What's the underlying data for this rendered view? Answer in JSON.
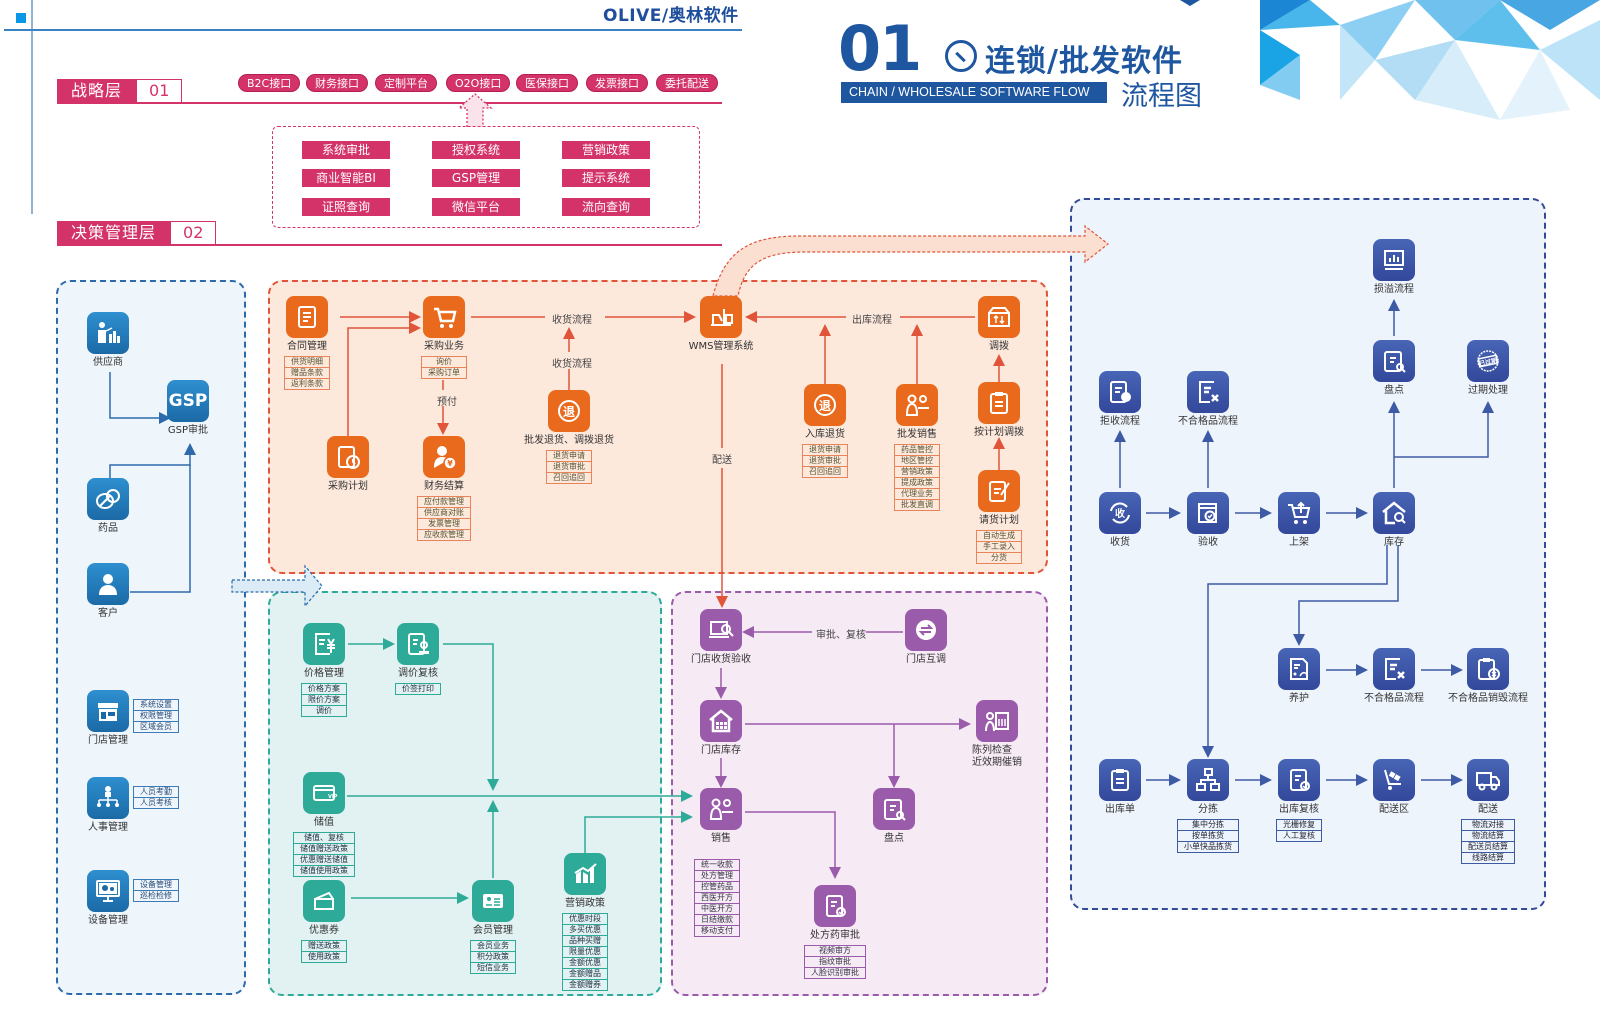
{
  "header": {
    "brand": "OLIVE/奥林软件",
    "number": "01",
    "title": "连锁/批发软件",
    "subtitle_en": "CHAIN / WHOLESALE SOFTWARE FLOW CHART",
    "subtitle_cn": "流程图"
  },
  "colors": {
    "strategy": "#d4336a",
    "header_blue": "#1e56a0",
    "basic": "#1b6aa6",
    "purchase": "#e96a1c",
    "retail_ops": "#2eab98",
    "store": "#9a5bab",
    "warehouse": "#3d5aa5"
  },
  "strategy_layer": {
    "label": "战略层",
    "number": "01",
    "interfaces": [
      "B2C接口",
      "财务接口",
      "定制平台",
      "O2O接口",
      "医保接口",
      "发票接口",
      "委托配送"
    ],
    "modules": [
      "系统审批",
      "授权系统",
      "营销政策",
      "商业智能BI",
      "GSP管理",
      "提示系统",
      "证照查询",
      "微信平台",
      "流向查询"
    ]
  },
  "decision_layer": {
    "label": "决策管理层",
    "number": "02"
  },
  "basic_panel": {
    "nodes": [
      {
        "label": "供应商",
        "icon": "supplier-icon"
      },
      {
        "label": "GSP审批",
        "icon": "gsp-icon",
        "glyph": "GSP"
      },
      {
        "label": "药品",
        "icon": "pill-icon"
      },
      {
        "label": "客户",
        "icon": "customer-icon"
      },
      {
        "label": "门店管理",
        "icon": "store-icon",
        "items": [
          "系统设置",
          "权限管理",
          "区域会员"
        ]
      },
      {
        "label": "人事管理",
        "icon": "org-chart-icon",
        "items": [
          "人员考勤",
          "人员考核"
        ]
      },
      {
        "label": "设备管理",
        "icon": "monitor-gear-icon",
        "items": [
          "设备管理",
          "巡检检修"
        ]
      }
    ]
  },
  "purchase_panel": {
    "nodes": [
      {
        "label": "合同管理",
        "icon": "contract-icon",
        "items": [
          "供货明细",
          "赠品条款",
          "返利条款"
        ]
      },
      {
        "label": "采购业务",
        "icon": "cart-icon",
        "items": [
          "询价",
          "采购订单"
        ]
      },
      {
        "label": "采购计划",
        "icon": "plan-clock-icon"
      },
      {
        "label": "财务结算",
        "icon": "finance-icon",
        "items": [
          "应付款管理",
          "供应商对账",
          "发票管理",
          "应收款管理"
        ]
      },
      {
        "label": "批发退货、调拨退货",
        "icon": "return-icon",
        "items": [
          "退货申请",
          "退货审批",
          "召回追回"
        ]
      },
      {
        "label": "WMS管理系统",
        "icon": "forklift-icon"
      },
      {
        "label": "入库退货",
        "icon": "return-icon",
        "items": [
          "退货申请",
          "退货审批",
          "召回追回"
        ]
      },
      {
        "label": "批发销售",
        "icon": "sales-icon",
        "items": [
          "药品管控",
          "地区管控",
          "营销政策",
          "提成政策",
          "代理业务",
          "批发直调"
        ]
      },
      {
        "label": "调拨",
        "icon": "transfer-box-icon"
      },
      {
        "label": "按计划调拨",
        "icon": "clipboard-transfer-icon"
      },
      {
        "label": "请货计划",
        "icon": "request-plan-icon",
        "items": [
          "自动生成",
          "手工录入",
          "分货"
        ]
      }
    ],
    "flow_labels": {
      "receive": "收货流程",
      "receive2": "收货流程",
      "outbound": "出库流程",
      "prepay": "预付",
      "delivery": "配送"
    }
  },
  "retail_panel": {
    "nodes": [
      {
        "label": "价格管理",
        "icon": "price-icon",
        "items": [
          "价格方案",
          "限价方案",
          "调价"
        ]
      },
      {
        "label": "调价复核",
        "icon": "price-review-icon",
        "items": [
          "价签打印"
        ]
      },
      {
        "label": "储值",
        "icon": "vip-card-icon",
        "items": [
          "储值、复核",
          "储值赠送政策",
          "优惠赠送储值",
          "储值使用政策"
        ]
      },
      {
        "label": "优惠券",
        "icon": "coupon-icon",
        "items": [
          "赠送政策",
          "使用政策"
        ]
      },
      {
        "label": "会员管理",
        "icon": "member-card-icon",
        "items": [
          "会员业务",
          "积分政策",
          "短信业务"
        ]
      },
      {
        "label": "营销政策",
        "icon": "growth-chart-icon",
        "items": [
          "优惠时段",
          "多买优惠",
          "品种买赠",
          "限量优惠",
          "金额优惠",
          "金额赠品",
          "金额赠券"
        ]
      }
    ],
    "vip_text": "VIP"
  },
  "store_panel": {
    "nodes": [
      {
        "label": "门店收货验收",
        "icon": "inspect-icon"
      },
      {
        "label": "门店互调",
        "icon": "swap-icon"
      },
      {
        "label": "门店库存",
        "icon": "store-house-icon"
      },
      {
        "label": "陈列检查\n近效期催销",
        "label_lines": [
          "陈列检查",
          "近效期催销"
        ],
        "icon": "display-check-icon"
      },
      {
        "label": "销售",
        "icon": "sales-icon",
        "items": [
          "统一收款",
          "处方管理",
          "控管药品",
          "西医开方",
          "中医开方",
          "日结缴款",
          "移动支付"
        ]
      },
      {
        "label": "盘点",
        "icon": "stocktake-icon"
      },
      {
        "label": "处方药审批",
        "icon": "prescription-icon",
        "items": [
          "视频审方",
          "指纹审批",
          "人脸识别审批"
        ]
      }
    ],
    "flow_labels": {
      "approve": "审批、复核"
    }
  },
  "warehouse_panel": {
    "nodes": [
      {
        "label": "损溢流程",
        "icon": "bar-report-icon"
      },
      {
        "label": "盘点",
        "icon": "stocktake-icon"
      },
      {
        "label": "过期处理",
        "icon": "expired-stamp-icon",
        "stamp": "已过期"
      },
      {
        "label": "拒收流程",
        "icon": "reject-doc-icon"
      },
      {
        "label": "不合格品流程",
        "icon": "doc-x-icon"
      },
      {
        "label": "收货",
        "icon": "receive-cycle-icon",
        "glyph": "收"
      },
      {
        "label": "验收",
        "icon": "window-check-icon"
      },
      {
        "label": "上架",
        "icon": "cart-up-icon"
      },
      {
        "label": "库存",
        "icon": "house-search-icon"
      },
      {
        "label": "养护",
        "icon": "maintenance-icon"
      },
      {
        "label": "不合格品流程",
        "icon": "doc-x-icon"
      },
      {
        "label": "不合格品销毁流程",
        "icon": "clipboard-x-icon"
      },
      {
        "label": "出库单",
        "icon": "clipboard-icon"
      },
      {
        "label": "分拣",
        "icon": "hierarchy-icon",
        "items": [
          "集中分拣",
          "按单拣货",
          "小单快品拣货"
        ]
      },
      {
        "label": "出库复核",
        "icon": "doc-check-icon",
        "items": [
          "光栅修复",
          "人工复核"
        ]
      },
      {
        "label": "配送区",
        "icon": "hand-truck-icon"
      },
      {
        "label": "配送",
        "icon": "truck-icon",
        "items": [
          "物流对接",
          "物流结算",
          "配送员结算",
          "线路结算"
        ]
      }
    ]
  }
}
